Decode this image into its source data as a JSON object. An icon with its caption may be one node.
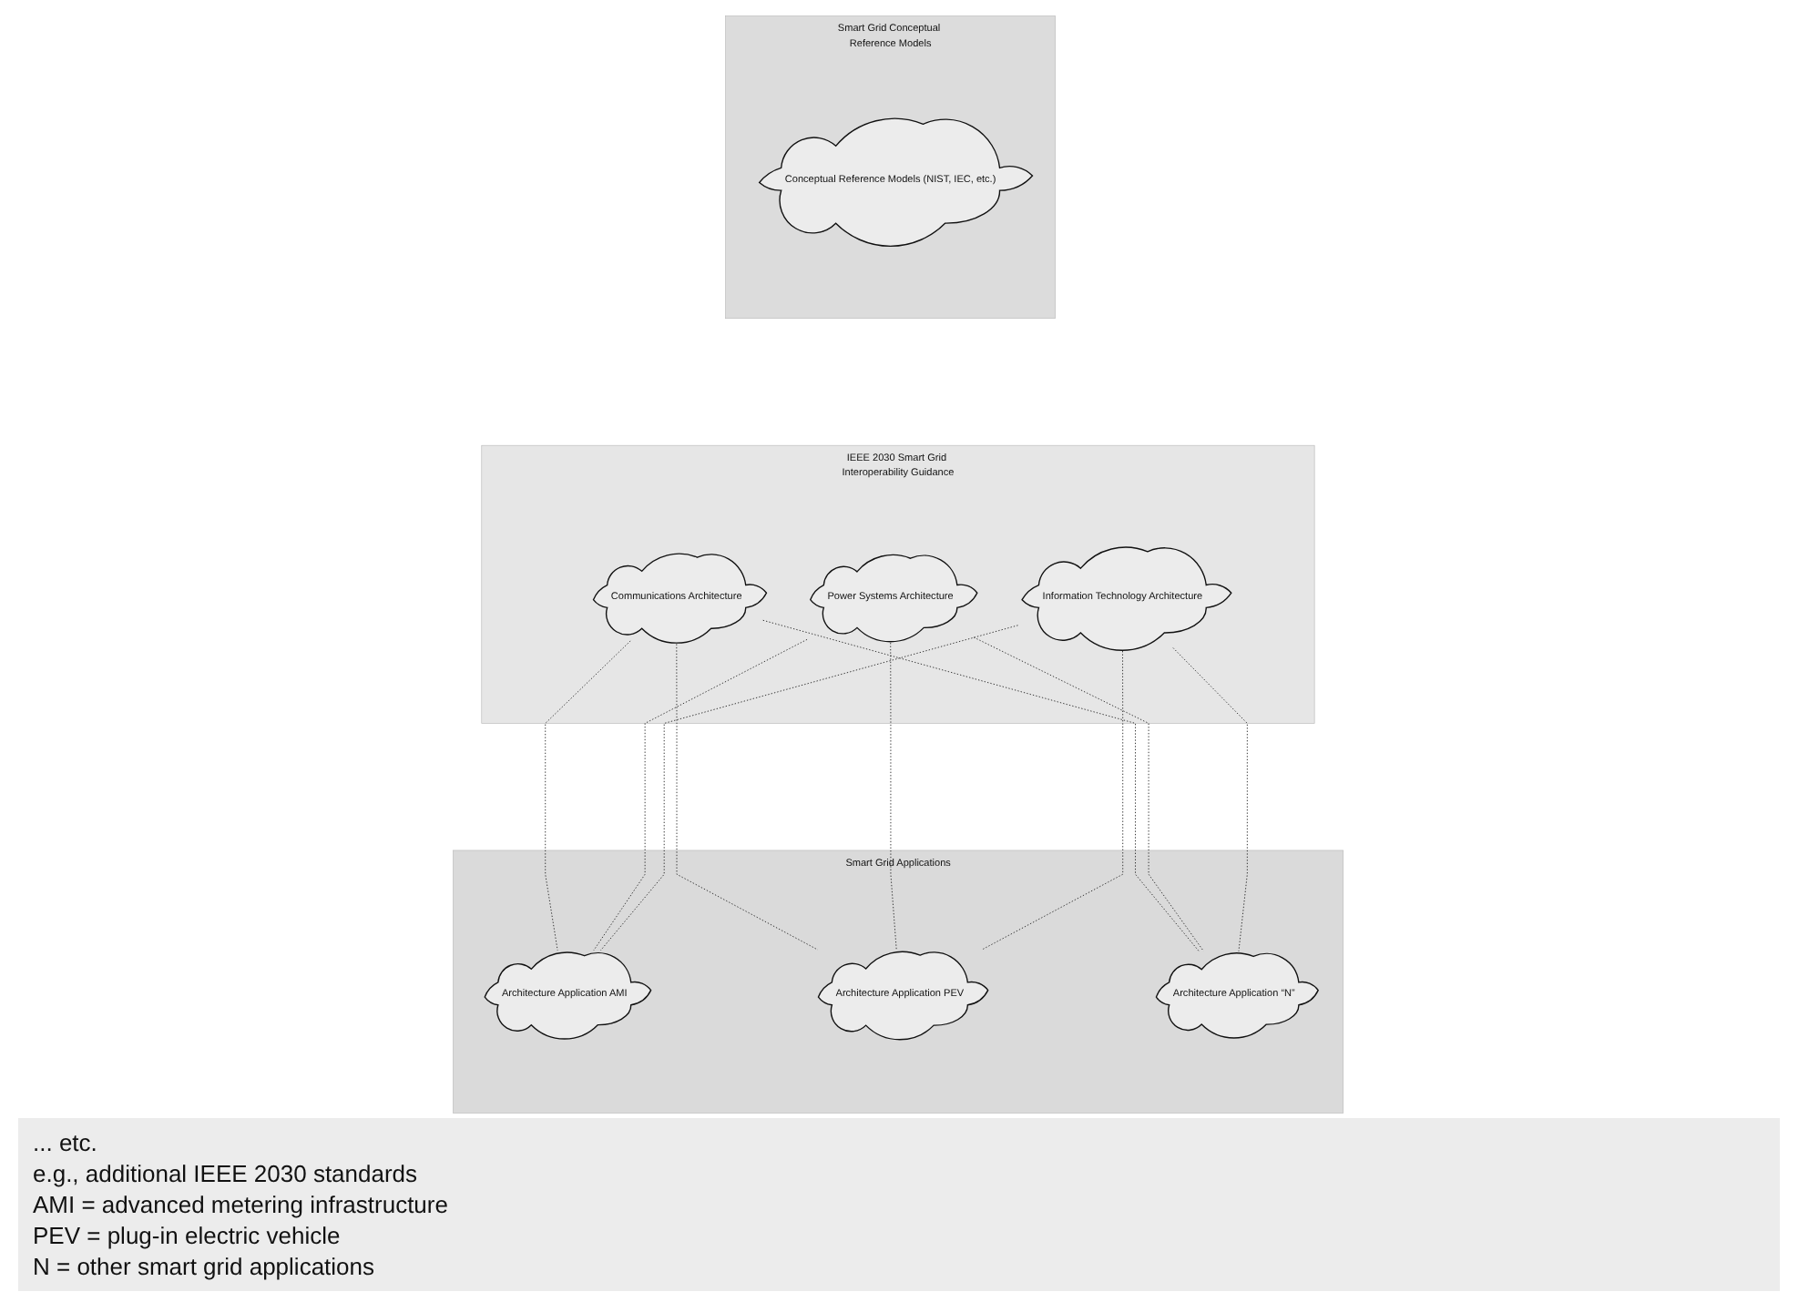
{
  "diagram": {
    "nodes": [
      {
        "text": [
          "Smart Grid Conceptual Reference Models"
        ]
      },
      {
        "text": [
          "Conceptual Reference Models (NIST, IEC, etc.)"
        ],
        "in": 0
      },
      {
        "text": [
          "IEEE 2030 Smart Grid Interoperability Guidance"
        ]
      },
      {
        "text": [
          "Communications Architecture"
        ],
        "in": 2
      },
      {
        "text": [
          "Power Systems Architecture"
        ],
        "in": 2
      },
      {
        "text": [
          "Information Technology Architecture"
        ],
        "in": 2
      },
      {
        "text": [
          "Smart Grid Applications"
        ]
      },
      {
        "text": [
          "Architecture Application AMI"
        ],
        "in": 6
      },
      {
        "text": [
          "Architecture Application PEV"
        ],
        "in": 6
      },
      {
        "text": [
          "Architecture Application “N”"
        ],
        "in": 6
      }
    ],
    "edges": [
      {
        "from": 3,
        "to": 7,
        "arrow": "none",
        "style": "dashed"
      },
      {
        "from": 3,
        "to": 8,
        "arrow": "none",
        "style": "dashed"
      },
      {
        "from": 3,
        "to": 9,
        "arrow": "none",
        "style": "dashed"
      },
      {
        "from": 4,
        "to": 7,
        "arrow": "none",
        "style": "dashed"
      },
      {
        "from": 4,
        "to": 8,
        "arrow": "none",
        "style": "dashed"
      },
      {
        "from": 4,
        "to": 9,
        "arrow": "none",
        "style": "dashed"
      },
      {
        "from": 5,
        "to": 7,
        "arrow": "none",
        "style": "dashed"
      },
      {
        "from": 5,
        "to": 8,
        "arrow": "none",
        "style": "dashed"
      },
      {
        "from": 5,
        "to": 9,
        "arrow": "none",
        "style": "dashed"
      }
    ],
    "labels": [
      "... etc.",
      "e.g., additional IEEE 2030 standards",
      "AMI = advanced metering infrastructure",
      "PEV = plug-in electric vehicle",
      "N = other smart grid applications"
    ]
  }
}
